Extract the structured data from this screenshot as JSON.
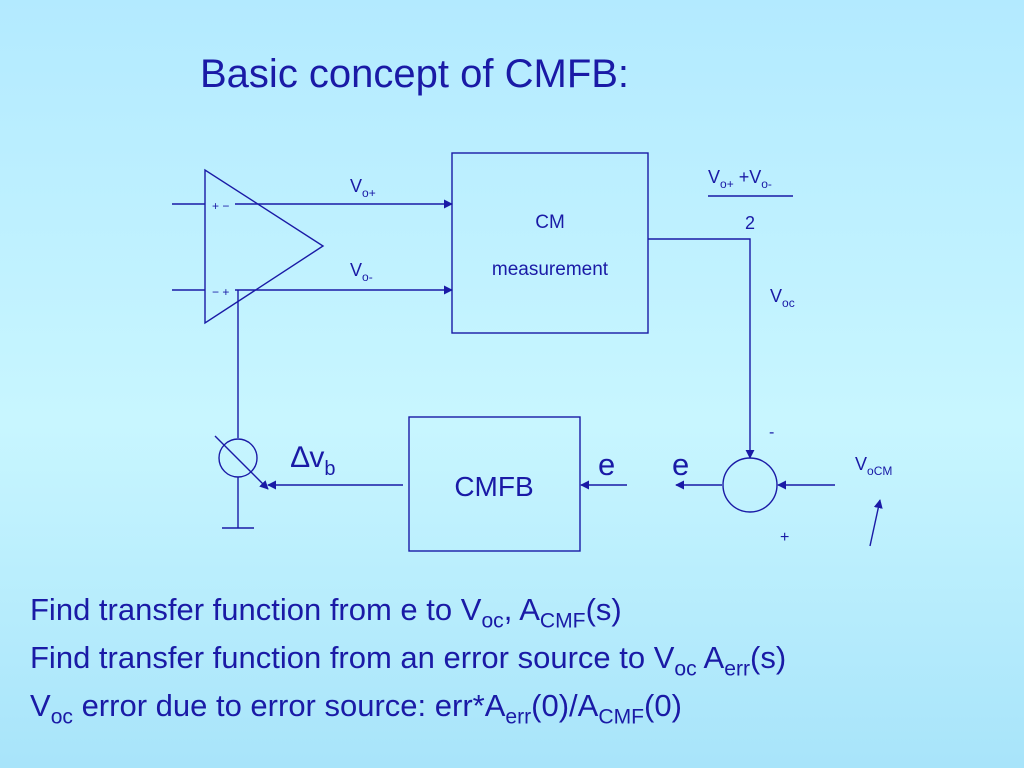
{
  "title": "Basic concept of CMFB:",
  "diagram": {
    "amp_input_signs": {
      "top": "+  −",
      "bottom": "−  +"
    },
    "vo_plus": {
      "base": "V",
      "sub": "o+"
    },
    "vo_minus": {
      "base": "V",
      "sub": "o-"
    },
    "cm_block": {
      "line1": "CM",
      "line2": "measurement"
    },
    "formula": {
      "num_v1": "V",
      "num_s1": "o+",
      "num_plus": " +V",
      "num_s2": "o-",
      "den": "2"
    },
    "voc": {
      "base": "V",
      "sub": "oc"
    },
    "summer_minus": "-",
    "summer_plus": "+",
    "vocm": {
      "base": "V",
      "sub": "oCM"
    },
    "e_right": "e",
    "e_left": "e",
    "cmfb_block": "CMFB",
    "delta_vb": {
      "delta": "∆",
      "base": "v",
      "sub": "b"
    }
  },
  "notes": [
    {
      "parts": [
        "Find transfer function from e to V",
        "oc",
        ", A",
        "CMF",
        "(s)"
      ]
    },
    {
      "parts": [
        "Find transfer function from an error source to V",
        "oc",
        " A",
        "err",
        "(s)"
      ]
    },
    {
      "parts": [
        "V",
        "oc",
        " error due to error source: err*A",
        "err",
        "(0)/A",
        "CMF",
        "(0)"
      ]
    }
  ]
}
